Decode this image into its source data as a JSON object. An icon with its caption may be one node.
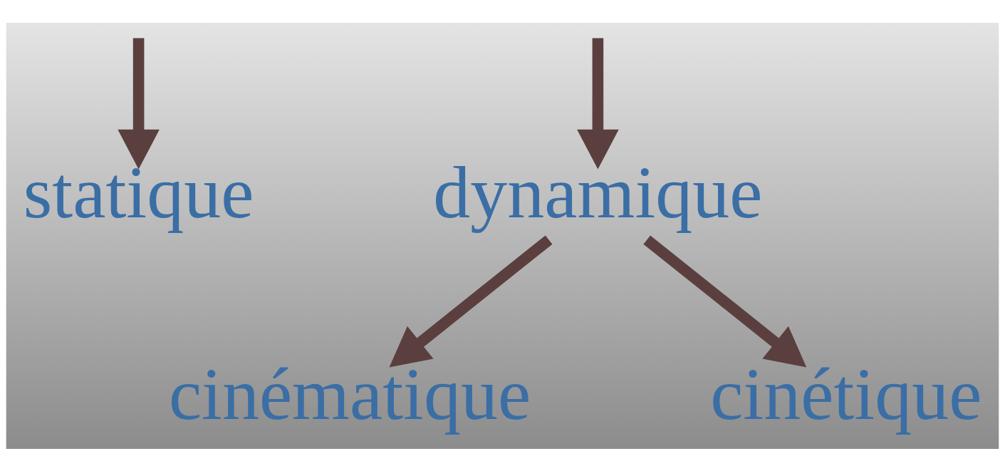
{
  "diagram": {
    "nodes": [
      {
        "text": [
          "statique"
        ]
      },
      {
        "text": [
          "dynamique"
        ]
      },
      {
        "text": [
          "cinématique"
        ]
      },
      {
        "text": [
          "cinétique"
        ]
      }
    ],
    "edges": [
      {
        "from": null,
        "to": 0,
        "arrow": "to"
      },
      {
        "from": null,
        "to": 1,
        "arrow": "to"
      },
      {
        "from": 1,
        "to": 2,
        "arrow": "to"
      },
      {
        "from": 1,
        "to": 3,
        "arrow": "to"
      }
    ]
  }
}
